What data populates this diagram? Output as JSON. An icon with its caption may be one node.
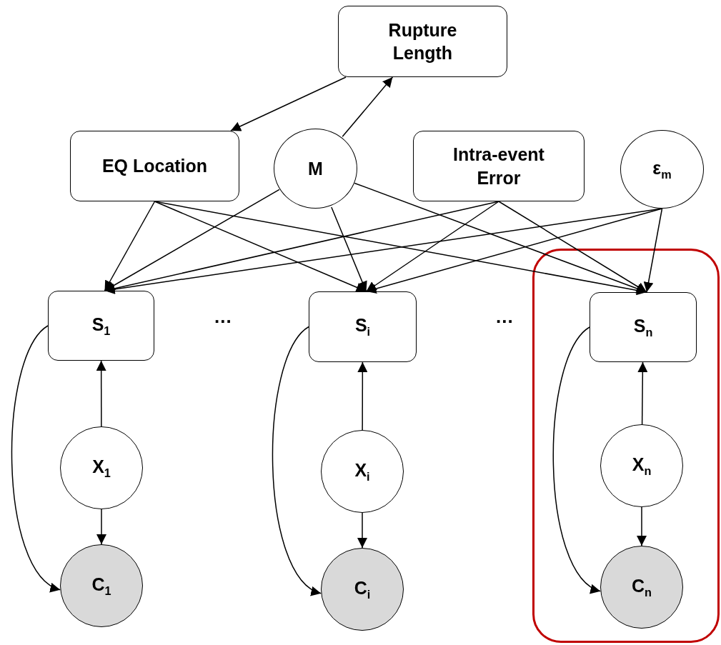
{
  "diagram": {
    "nodes": [
      {
        "text": [
          "Rupture Length"
        ]
      },
      {
        "text": [
          "EQ Location"
        ]
      },
      {
        "text": [
          "M"
        ]
      },
      {
        "text": [
          "Intra-event Error"
        ]
      },
      {
        "text": [
          "ε$_{m}$"
        ]
      },
      {
        "text": [
          "S$_{1}$"
        ]
      },
      {
        "text": [
          "S$_{i}$"
        ]
      },
      {
        "text": [],
        "shape": "box"
      },
      {
        "text": [
          "S$_{n}$"
        ],
        "in": 7
      },
      {
        "text": [
          "X$_{1}$"
        ]
      },
      {
        "text": [
          "X$_{i}$"
        ]
      },
      {
        "text": [
          "X$_{n}$"
        ],
        "in": 7
      },
      {
        "text": [
          "C$_{1}$"
        ]
      },
      {
        "text": [
          "C$_{i}$"
        ]
      },
      {
        "text": [
          "C$_{n}$"
        ],
        "in": 7
      }
    ],
    "edges": [
      {
        "from": 0,
        "to": 1,
        "arrow": "to"
      },
      {
        "from": 2,
        "to": 0,
        "arrow": "to"
      },
      {
        "from": 1,
        "to": 5,
        "arrow": "to"
      },
      {
        "from": 1,
        "to": 6,
        "arrow": "to"
      },
      {
        "from": 1,
        "to": 8,
        "arrow": "to"
      },
      {
        "from": 2,
        "to": 5,
        "arrow": "to"
      },
      {
        "from": 2,
        "to": 6,
        "arrow": "to"
      },
      {
        "from": 2,
        "to": 8,
        "arrow": "to"
      },
      {
        "from": 3,
        "to": 5,
        "arrow": "to"
      },
      {
        "from": 3,
        "to": 6,
        "arrow": "to"
      },
      {
        "from": 3,
        "to": 8,
        "arrow": "to"
      },
      {
        "from": 4,
        "to": 5,
        "arrow": "to"
      },
      {
        "from": 4,
        "to": 6,
        "arrow": "to"
      },
      {
        "from": 4,
        "to": 8,
        "arrow": "to"
      },
      {
        "from": 9,
        "to": 5,
        "arrow": "to"
      },
      {
        "from": 10,
        "to": 6,
        "arrow": "to"
      },
      {
        "from": 11,
        "to": 8,
        "arrow": "to"
      },
      {
        "from": 9,
        "to": 12,
        "arrow": "to"
      },
      {
        "from": 10,
        "to": 13,
        "arrow": "to"
      },
      {
        "from": 11,
        "to": 14,
        "arrow": "to"
      },
      {
        "from": 5,
        "to": 12,
        "arrow": "to"
      },
      {
        "from": 6,
        "to": 13,
        "arrow": "to"
      },
      {
        "from": 8,
        "to": 14,
        "arrow": "to"
      }
    ],
    "labels": [
      "...",
      "..."
    ]
  }
}
